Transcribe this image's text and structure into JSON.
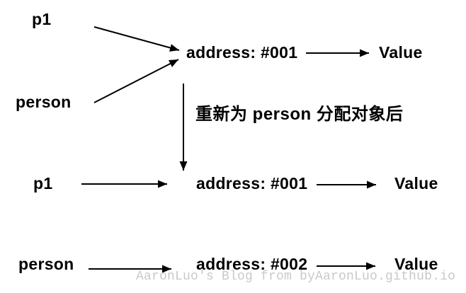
{
  "colors": {
    "background": "#ffffff",
    "text": "#000000",
    "arrow": "#000000",
    "watermark_text": "#c9c9c9"
  },
  "before": {
    "p1_label": "p1",
    "person_label": "person",
    "address_label": "address: #001",
    "value_label": "Value"
  },
  "transition": {
    "label": "重新为 person 分配对象后"
  },
  "after": {
    "p1_label": "p1",
    "p1_address_label": "address: #001",
    "p1_value_label": "Value",
    "person_label": "person",
    "person_address_label": "address: #002",
    "person_value_label": "Value"
  },
  "watermark": {
    "text": "AaronLuo's Blog from byAaronLuo.github.io"
  },
  "edges": [
    "p1 -> address:#001 (before)",
    "person -> address:#001 (before)",
    "address:#001 -> Value (before)",
    "before -> after (transition)",
    "p1 -> address:#001 (after)",
    "address:#001 -> Value (after)",
    "person -> address:#002 (after)",
    "address:#002 -> Value (after)"
  ]
}
